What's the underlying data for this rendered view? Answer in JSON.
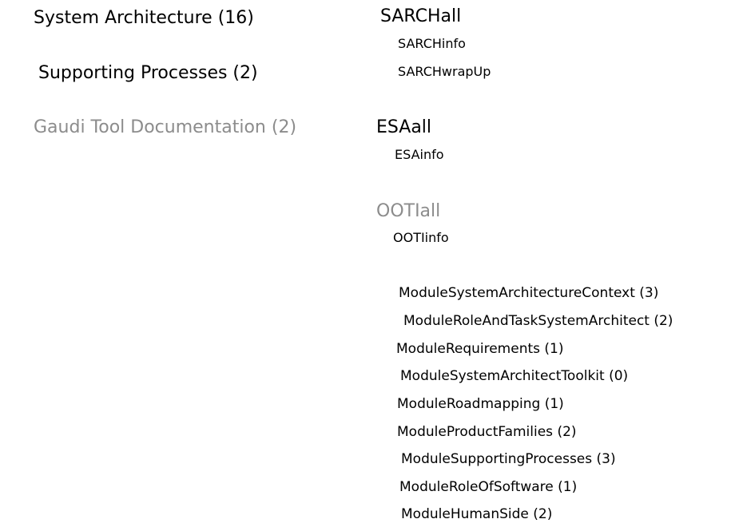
{
  "left": {
    "system_architecture": "System Architecture (16)",
    "supporting_processes": "Supporting Processes (2)",
    "gaudi_tool_documentation": "Gaudi Tool Documentation (2)"
  },
  "right": {
    "sarch_all": "SARCHall",
    "sarch_info": "SARCHinfo",
    "sarch_wrapup": "SARCHwrapUp",
    "esa_all": "ESAall",
    "esa_info": "ESAinfo",
    "ooti_all": "OOTIall",
    "ooti_info": "OOTIinfo"
  },
  "modules": [
    "ModuleSystemArchitectureContext (3)",
    "ModuleRoleAndTaskSystemArchitect (2)",
    "ModuleRequirements (1)",
    "ModuleSystemArchitectToolkit (0)",
    "ModuleRoadmapping (1)",
    "ModuleProductFamilies (2)",
    "ModuleSupportingProcesses (3)",
    "ModuleRoleOfSoftware (1)",
    "ModuleHumanSide (2)"
  ],
  "colors": {
    "text": "#000000",
    "muted": "#8c8c8c"
  }
}
